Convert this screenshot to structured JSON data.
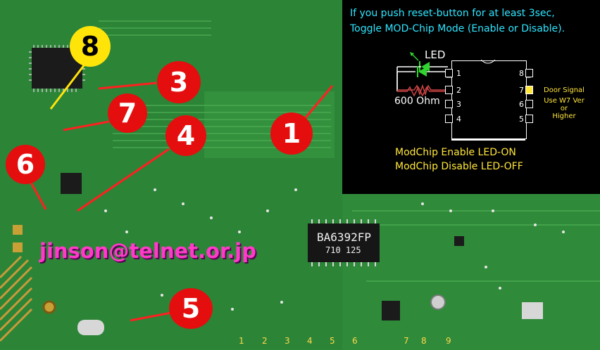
{
  "info": {
    "line1": "If you push reset-button for at least 3sec,",
    "line2": "Toggle MOD-Chip Mode (Enable or Disable).",
    "led": "LED",
    "resistor": "600 Ohm",
    "pins_left": [
      "1",
      "2",
      "3",
      "4"
    ],
    "pins_right": [
      "8",
      "7",
      "6",
      "5"
    ],
    "door_signal": [
      "Door Signal",
      "Use W7 Ver",
      "or",
      "Higher"
    ],
    "enable": "ModChip Enable  LED-ON",
    "disable": "ModChip Disable LED-OFF",
    "colors": {
      "cyan": "#2ee6ff",
      "yellow": "#ffe63a",
      "led_green": "#2fd42f"
    }
  },
  "markers": [
    "1",
    "3",
    "4",
    "5",
    "6",
    "7",
    "8"
  ],
  "email": "jinson@telnet.or.jp",
  "chip": {
    "line1": "BA6392FP",
    "line2": "710 125"
  },
  "ruler": [
    "1",
    "2",
    "3",
    "4",
    "5",
    "6",
    "7",
    "8",
    "9"
  ],
  "colors": {
    "pcb": "#2f8a3a",
    "marker_red": "#e40e0e",
    "marker_yellow": "#ffe40a",
    "email": "#ff3ac8"
  }
}
